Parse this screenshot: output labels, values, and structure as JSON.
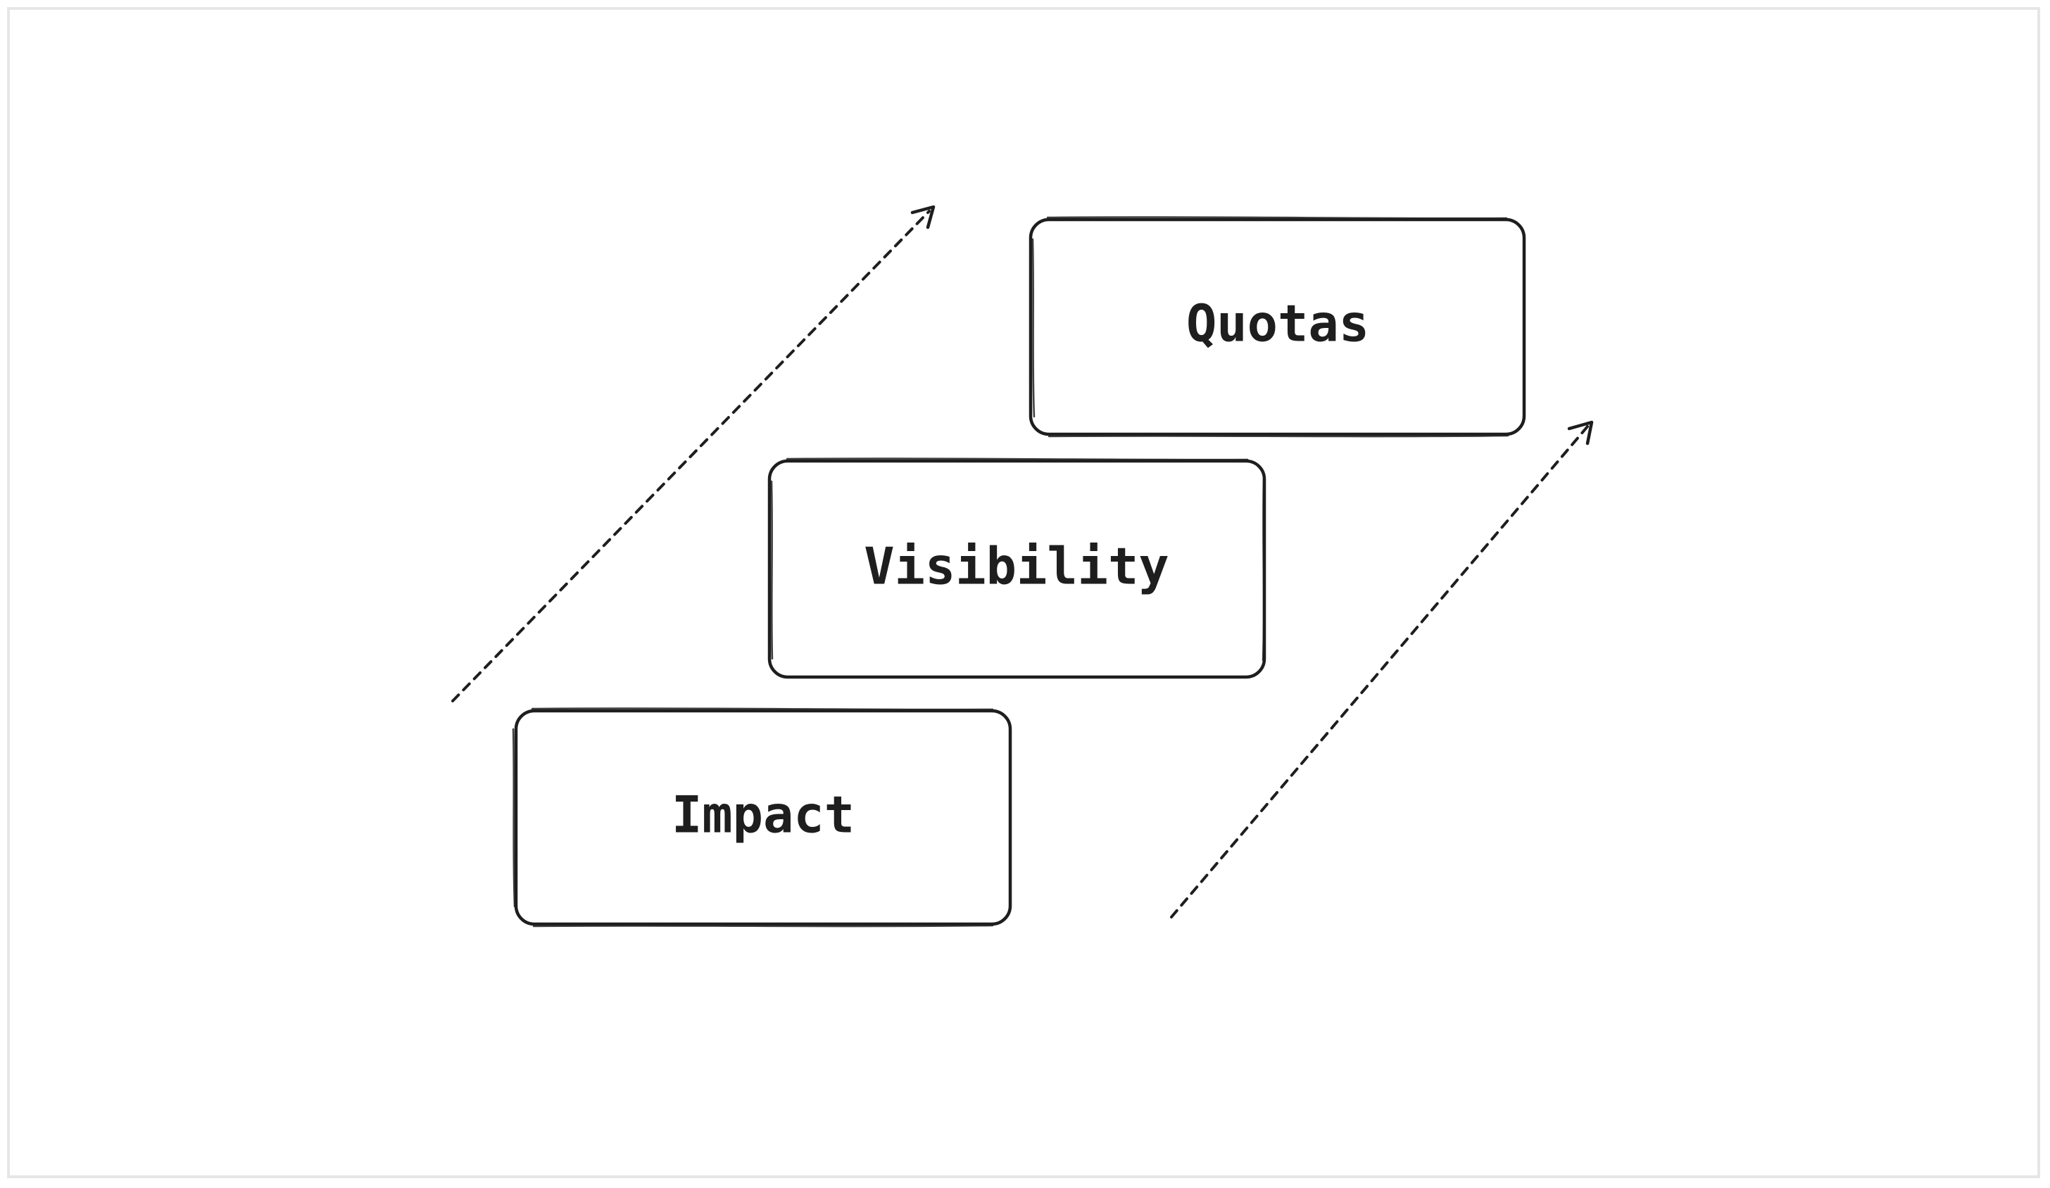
{
  "diagram": {
    "steps": [
      {
        "label": "Impact"
      },
      {
        "label": "Visibility"
      },
      {
        "label": "Quotas"
      }
    ],
    "colors": {
      "stroke": "#1e1e1e",
      "background": "#ffffff",
      "frame": "#e6e6e6"
    },
    "arrows": [
      {
        "style": "dashed",
        "direction": "up-right"
      },
      {
        "style": "dashed",
        "direction": "up-right"
      }
    ]
  }
}
